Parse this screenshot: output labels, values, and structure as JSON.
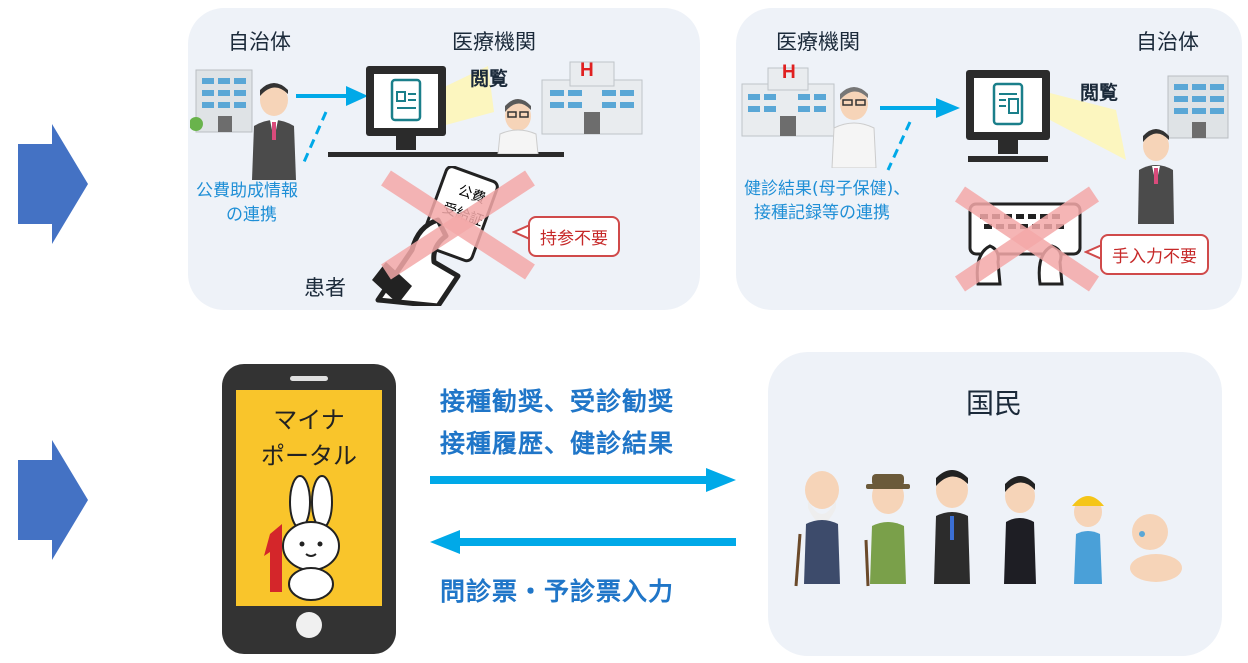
{
  "panel_left": {
    "municipality": "自治体",
    "medical": "医療機関",
    "view": "閲覧",
    "hospital_mark": "H",
    "link_text_1": "公費助成情報",
    "link_text_2": "の連携",
    "card_text_1": "公費",
    "card_text_2": "受給証",
    "callout": "持参不要",
    "patient": "患者"
  },
  "panel_right": {
    "medical": "医療機関",
    "municipality": "自治体",
    "view": "閲覧",
    "hospital_mark": "H",
    "link_text_1": "健診結果(母子保健)、",
    "link_text_2": "接種記録等の連携",
    "callout": "手入力不要"
  },
  "phone": {
    "line1": "マイナ",
    "line2": "ポータル"
  },
  "flow": {
    "top_line1": "接種勧奨、受診勧奨",
    "top_line2": "接種履歴、健診結果",
    "bottom": "問診票・予診票入力"
  },
  "citizens": {
    "title": "国民"
  },
  "colors": {
    "panel_bg": "#eef2f8",
    "arrow_blue": "#00a9e8",
    "side_arrow": "#4472c4",
    "phone_screen": "#f9c52b",
    "cross_red": "#f4a9a9"
  }
}
